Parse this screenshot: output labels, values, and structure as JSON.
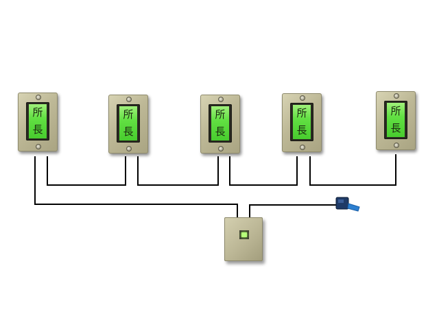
{
  "diagram": {
    "panel_label_line1": "所",
    "panel_label_line2": "長",
    "panel_count": 5,
    "colors": {
      "background": "#ffffff",
      "wire": "#000000",
      "plate": "#bdb896",
      "lcd_green": "#62e043",
      "hub_led": "#b6ff7a",
      "plug": "#1f3a66",
      "plug_tab": "#2c7fd0"
    },
    "icons": [
      "wall-display-panel",
      "central-control-box",
      "power-plug"
    ]
  }
}
